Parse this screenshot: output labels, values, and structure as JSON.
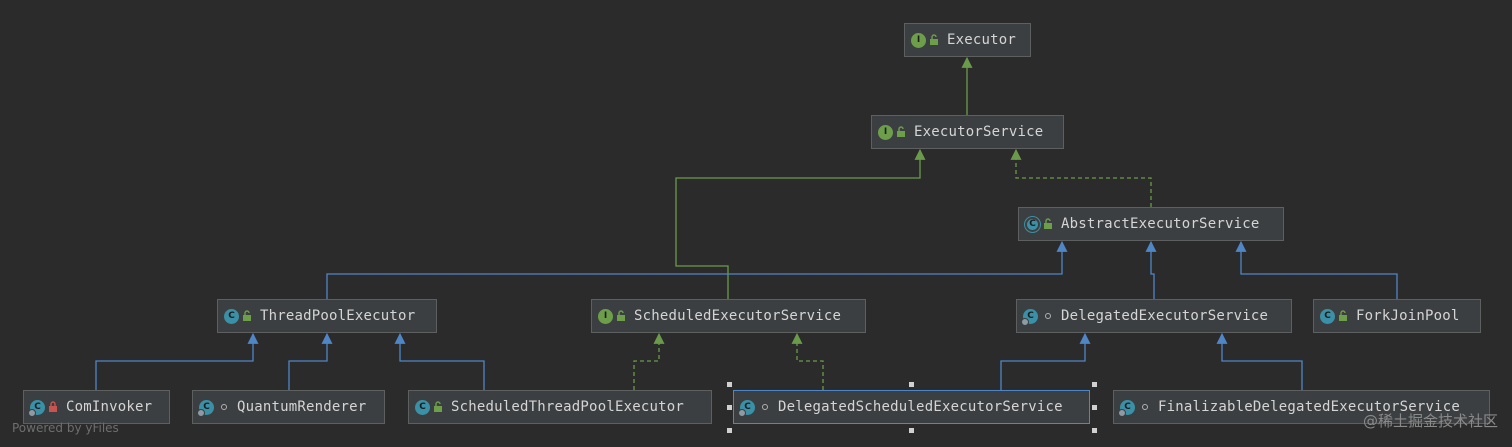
{
  "diagram": {
    "nodes": [
      {
        "key": "executor",
        "label": "Executor",
        "kind": "interface",
        "icon_letter": "I",
        "visibility": "public"
      },
      {
        "key": "executor_service",
        "label": "ExecutorService",
        "kind": "interface",
        "icon_letter": "I",
        "visibility": "public"
      },
      {
        "key": "abstract_executor_service",
        "label": "AbstractExecutorService",
        "kind": "abstract-class",
        "icon_letter": "C",
        "visibility": "public"
      },
      {
        "key": "thread_pool_executor",
        "label": "ThreadPoolExecutor",
        "kind": "class",
        "icon_letter": "C",
        "visibility": "public"
      },
      {
        "key": "scheduled_executor_service",
        "label": "ScheduledExecutorService",
        "kind": "interface",
        "icon_letter": "I",
        "visibility": "public"
      },
      {
        "key": "delegated_executor_service",
        "label": "DelegatedExecutorService",
        "kind": "inner-class",
        "icon_letter": "C",
        "visibility": "package"
      },
      {
        "key": "fork_join_pool",
        "label": "ForkJoinPool",
        "kind": "class",
        "icon_letter": "C",
        "visibility": "public"
      },
      {
        "key": "com_invoker",
        "label": "ComInvoker",
        "kind": "inner-class",
        "icon_letter": "C",
        "visibility": "private"
      },
      {
        "key": "quantum_renderer",
        "label": "QuantumRenderer",
        "kind": "inner-class",
        "icon_letter": "C",
        "visibility": "package"
      },
      {
        "key": "scheduled_thread_pool_executor",
        "label": "ScheduledThreadPoolExecutor",
        "kind": "class",
        "icon_letter": "C",
        "visibility": "public"
      },
      {
        "key": "delegated_scheduled_executor_service",
        "label": "DelegatedScheduledExecutorService",
        "kind": "inner-class",
        "icon_letter": "C",
        "visibility": "package",
        "selected": true
      },
      {
        "key": "finalizable_delegated_executor_service",
        "label": "FinalizableDelegatedExecutorService",
        "kind": "inner-class",
        "icon_letter": "C",
        "visibility": "package"
      }
    ],
    "edges": [
      {
        "from": "executor_service",
        "to": "executor",
        "type": "interface-extends"
      },
      {
        "from": "abstract_executor_service",
        "to": "executor_service",
        "type": "implements"
      },
      {
        "from": "scheduled_executor_service",
        "to": "executor_service",
        "type": "interface-extends"
      },
      {
        "from": "thread_pool_executor",
        "to": "abstract_executor_service",
        "type": "extends"
      },
      {
        "from": "delegated_executor_service",
        "to": "abstract_executor_service",
        "type": "extends"
      },
      {
        "from": "fork_join_pool",
        "to": "abstract_executor_service",
        "type": "extends"
      },
      {
        "from": "com_invoker",
        "to": "thread_pool_executor",
        "type": "extends"
      },
      {
        "from": "quantum_renderer",
        "to": "thread_pool_executor",
        "type": "extends"
      },
      {
        "from": "scheduled_thread_pool_executor",
        "to": "thread_pool_executor",
        "type": "extends"
      },
      {
        "from": "scheduled_thread_pool_executor",
        "to": "scheduled_executor_service",
        "type": "implements"
      },
      {
        "from": "delegated_scheduled_executor_service",
        "to": "scheduled_executor_service",
        "type": "implements"
      },
      {
        "from": "delegated_scheduled_executor_service",
        "to": "delegated_executor_service",
        "type": "extends"
      },
      {
        "from": "finalizable_delegated_executor_service",
        "to": "delegated_executor_service",
        "type": "extends"
      }
    ]
  },
  "colors": {
    "background": "#2b2b2b",
    "node_fill": "#3c3f41",
    "interface_edge": "#6a9b4a",
    "class_edge": "#4f86c6",
    "selection": "#4f86c6"
  },
  "footer": {
    "powered_by": "Powered by yFiles",
    "watermark": "@稀土掘金技术社区"
  }
}
